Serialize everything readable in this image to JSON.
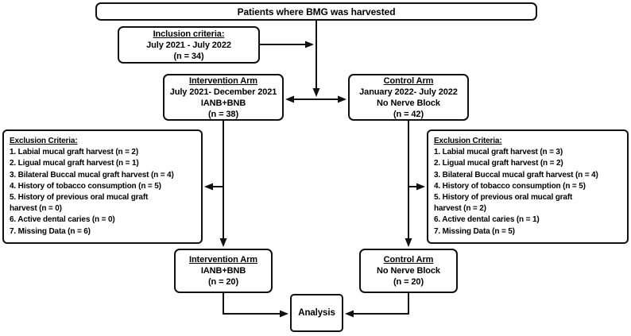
{
  "flowchart": {
    "colors": {
      "line": "#111111",
      "box_border": "#111111",
      "background": "#ffffff",
      "text": "#000000"
    },
    "patients": {
      "label": "Patients where BMG was harvested"
    },
    "inclusion": {
      "heading": "Inclusion criteria:",
      "line1": "July 2021 - July 2022",
      "line2": "(n = 34)"
    },
    "intervention_top": {
      "heading": "Intervention Arm",
      "line1": "July 2021- December 2021",
      "line2": "IANB+BNB",
      "line3": "(n = 38)"
    },
    "control_top": {
      "heading": "Control Arm",
      "line1": "January 2022- July 2022",
      "line2": "No Nerve Block",
      "line3": "(n = 42)"
    },
    "exclusion_left": {
      "heading": "Exclusion Criteria:",
      "lines": [
        "1. Labial mucal graft harvest (n = 2)",
        "2. Ligual mucal graft harvest (n = 1)",
        "3. Bilateral Buccal mucal graft harvest (n = 4)",
        "4. History of tobacco consumption (n = 5)",
        "5. History of previous oral mucal graft",
        "harvest (n = 0)",
        "6. Active dental caries (n = 0)",
        "7. Missing Data (n = 6)"
      ]
    },
    "exclusion_right": {
      "heading": "Exclusion Criteria:",
      "lines": [
        "1. Labial mucal graft harvest (n = 3)",
        "2. Ligual mucal graft harvest (n = 2)",
        "3. Bilateral Buccal mucal graft harvest (n = 4)",
        "4. History of tobacco consumption (n = 5)",
        "5. History of previous oral mucal graft",
        "harvest (n = 2)",
        "6. Active dental caries (n = 1)",
        "7. Missing Data (n = 5)"
      ]
    },
    "intervention_bottom": {
      "heading": "Intervention Arm",
      "line1": "IANB+BNB",
      "line2": "(n = 20)"
    },
    "control_bottom": {
      "heading": "Control Arm",
      "line1": "No Nerve Block",
      "line2": "(n = 20)"
    },
    "analysis": {
      "label": "Analysis"
    }
  }
}
